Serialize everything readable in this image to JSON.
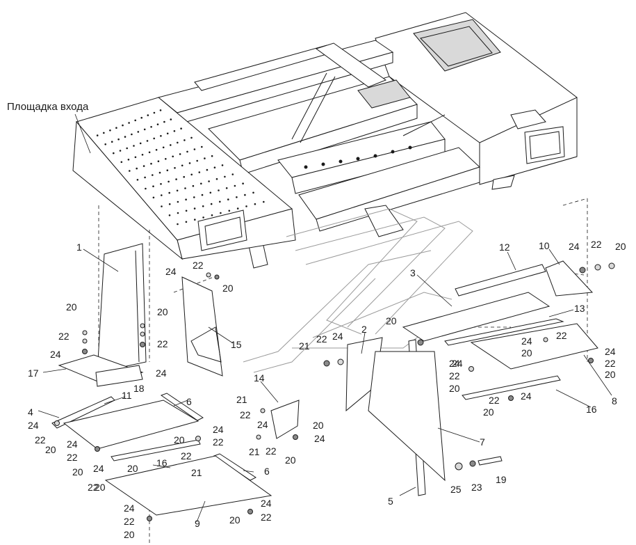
{
  "title_label": "Площадка входа",
  "callouts": [
    {
      "text": "1"
    },
    {
      "text": "2"
    },
    {
      "text": "3"
    },
    {
      "text": "4"
    },
    {
      "text": "5"
    },
    {
      "text": "6"
    },
    {
      "text": "6"
    },
    {
      "text": "7"
    },
    {
      "text": "8"
    },
    {
      "text": "9"
    },
    {
      "text": "10"
    },
    {
      "text": "11"
    },
    {
      "text": "12"
    },
    {
      "text": "13"
    },
    {
      "text": "14"
    },
    {
      "text": "15"
    },
    {
      "text": "16"
    },
    {
      "text": "16"
    },
    {
      "text": "17"
    },
    {
      "text": "18"
    },
    {
      "text": "19"
    },
    {
      "text": "20"
    },
    {
      "text": "21"
    },
    {
      "text": "22"
    },
    {
      "text": "23"
    },
    {
      "text": "24"
    },
    {
      "text": "25"
    },
    {
      "text": "20"
    },
    {
      "text": "22"
    },
    {
      "text": "24"
    },
    {
      "text": "24"
    },
    {
      "text": "22"
    },
    {
      "text": "20"
    },
    {
      "text": "20"
    },
    {
      "text": "22"
    },
    {
      "text": "24"
    },
    {
      "text": "20"
    },
    {
      "text": "22"
    },
    {
      "text": "24"
    },
    {
      "text": "24"
    },
    {
      "text": "22"
    },
    {
      "text": "20"
    },
    {
      "text": "24"
    },
    {
      "text": "22"
    },
    {
      "text": "20"
    },
    {
      "text": "24"
    },
    {
      "text": "22"
    },
    {
      "text": "20"
    },
    {
      "text": "24"
    },
    {
      "text": "22"
    },
    {
      "text": "20"
    },
    {
      "text": "24"
    },
    {
      "text": "22"
    },
    {
      "text": "20"
    },
    {
      "text": "24"
    },
    {
      "text": "22"
    },
    {
      "text": "20"
    },
    {
      "text": "21"
    },
    {
      "text": "22"
    },
    {
      "text": "24"
    },
    {
      "text": "21"
    },
    {
      "text": "22"
    },
    {
      "text": "24"
    },
    {
      "text": "20"
    },
    {
      "text": "24"
    },
    {
      "text": "20"
    },
    {
      "text": "21"
    },
    {
      "text": "22"
    },
    {
      "text": "20"
    },
    {
      "text": "24"
    },
    {
      "text": "22"
    },
    {
      "text": "20"
    },
    {
      "text": "24"
    },
    {
      "text": "22"
    },
    {
      "text": "20"
    },
    {
      "text": "24"
    },
    {
      "text": "22"
    },
    {
      "text": "20"
    },
    {
      "text": "20"
    },
    {
      "text": "22"
    },
    {
      "text": "24"
    }
  ]
}
